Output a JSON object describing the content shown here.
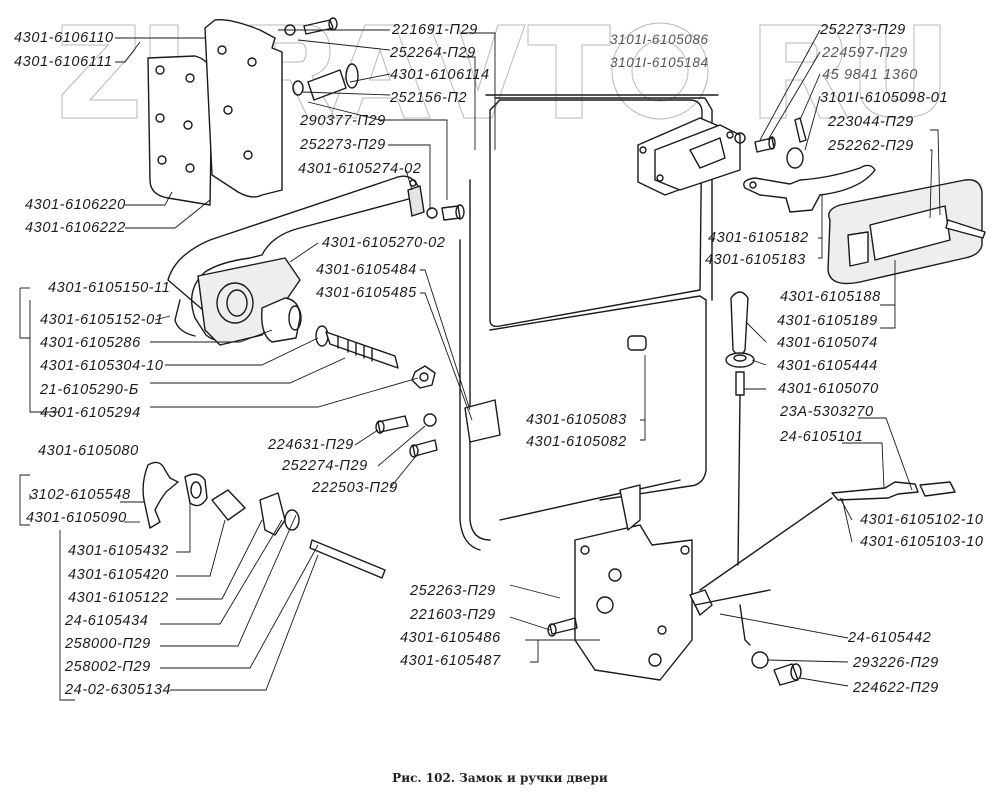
{
  "watermark": {
    "text": "ZURAVTOR",
    "suffix": "U"
  },
  "caption": "Рис. 102.  Замок и ручки двери",
  "labels": {
    "l_4301_6106110": "4301-6106110",
    "l_4301_6106111": "4301-6106111",
    "l_221691": "221691-П29",
    "l_252264": "252264-П29",
    "l_4301_6106114": "4301-6106114",
    "l_252156": "252156-П2",
    "l_290377": "290377-П29",
    "l_252273a": "252273-П29",
    "l_4301_6105274": "4301-6105274-02",
    "l_4301_6106220": "4301-6106220",
    "l_4301_6106222": "4301-6106222",
    "l_4301_6105270": "4301-6105270-02",
    "l_4301_6105484": "4301-6105484",
    "l_4301_6105485": "4301-6105485",
    "l_4301_6105150": "4301-6105150-11",
    "l_4301_6105152": "4301-6105152-01",
    "l_4301_6105286": "4301-6105286",
    "l_4301_6105304": "4301-6105304-10",
    "l_21_6105290": "21-6105290-Б",
    "l_4301_6105294": "4301-6105294",
    "l_224631": "224631-П29",
    "l_252274": "252274-П29",
    "l_222503": "222503-П29",
    "l_4301_6105080": "4301-6105080",
    "l_3102_6105548": "3102-6105548",
    "l_4301_6105090": "4301-6105090",
    "l_4301_6105432": "4301-6105432",
    "l_4301_6105420": "4301-6105420",
    "l_4301_6105122": "4301-6105122",
    "l_24_6105434": "24-6105434",
    "l_258000": "258000-П29",
    "l_258002": "258002-П29",
    "l_24_02_6305134": "24-02-6305134",
    "l_3101_6105086": "3101I-6105086",
    "l_3101_6105184": "3101I-6105184",
    "l_252273b": "252273-П29",
    "l_224597": "224597-П29",
    "l_45_9841_1360": "45 9841 1360",
    "l_3101_6105098": "3101I-6105098-01",
    "l_223044": "223044-П29",
    "l_252262": "252262-П29",
    "l_4301_6105182": "4301-6105182",
    "l_4301_6105183": "4301-6105183",
    "l_4301_6105188": "4301-6105188",
    "l_4301_6105189": "4301-6105189",
    "l_4301_6105074": "4301-6105074",
    "l_4301_6105444": "4301-6105444",
    "l_4301_6105070": "4301-6105070",
    "l_23A_5303270": "23А-5303270",
    "l_24_6105101": "24-6105101",
    "l_4301_6105102": "4301-6105102-10",
    "l_4301_6105103": "4301-6105103-10",
    "l_4301_6105083": "4301-6105083",
    "l_4301_6105082": "4301-6105082",
    "l_252263": "252263-П29",
    "l_221603": "221603-П29",
    "l_4301_6105486": "4301-6105486",
    "l_4301_6105487": "4301-6105487",
    "l_24_6105442": "24-6105442",
    "l_293226": "293226-П29",
    "l_224622": "224622-П29"
  }
}
